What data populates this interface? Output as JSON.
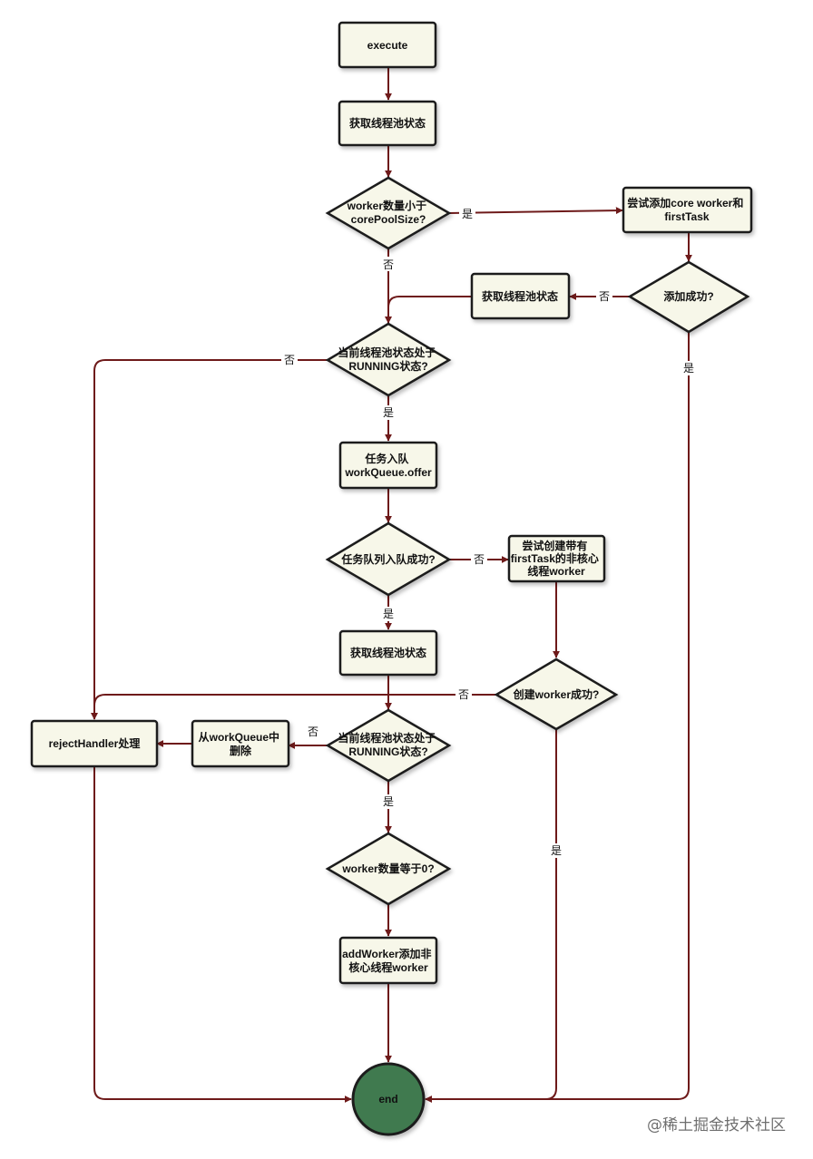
{
  "colors": {
    "node_fill": "#f7f7e9",
    "node_stroke": "#1e1e1e",
    "edge": "#6e1a1a",
    "end_fill": "#3f7a4f",
    "end_stroke": "#1b1b1b"
  },
  "nodes": {
    "execute": "execute",
    "get_state_1": "获取线程池状态",
    "worker_lt_core": [
      "worker数量小于",
      "corePoolSize?"
    ],
    "try_add_core": [
      "尝试添加core worker和",
      "firstTask"
    ],
    "add_success": "添加成功?",
    "get_state_2": "获取线程池状态",
    "is_running_1": [
      "当前线程池状态处于",
      "RUNNING状态?"
    ],
    "enqueue": [
      "任务入队",
      "workQueue.offer"
    ],
    "enqueue_success": "任务队列入队成功?",
    "try_create_non_core": [
      "尝试创建带有",
      "firstTask的非核心",
      "线程worker"
    ],
    "get_state_3": "获取线程池状态",
    "create_worker_success": "创建worker成功?",
    "reject_handler": "rejectHandler处理",
    "remove_from_queue": [
      "从workQueue中",
      "删除"
    ],
    "is_running_2": [
      "当前线程池状态处于",
      "RUNNING状态?"
    ],
    "worker_eq_zero": "worker数量等于0?",
    "add_worker_non_core": [
      "addWorker添加非",
      "核心线程worker"
    ],
    "end": "end"
  },
  "edge_labels": {
    "yes": "是",
    "no": "否"
  },
  "watermark": "@稀土掘金技术社区"
}
